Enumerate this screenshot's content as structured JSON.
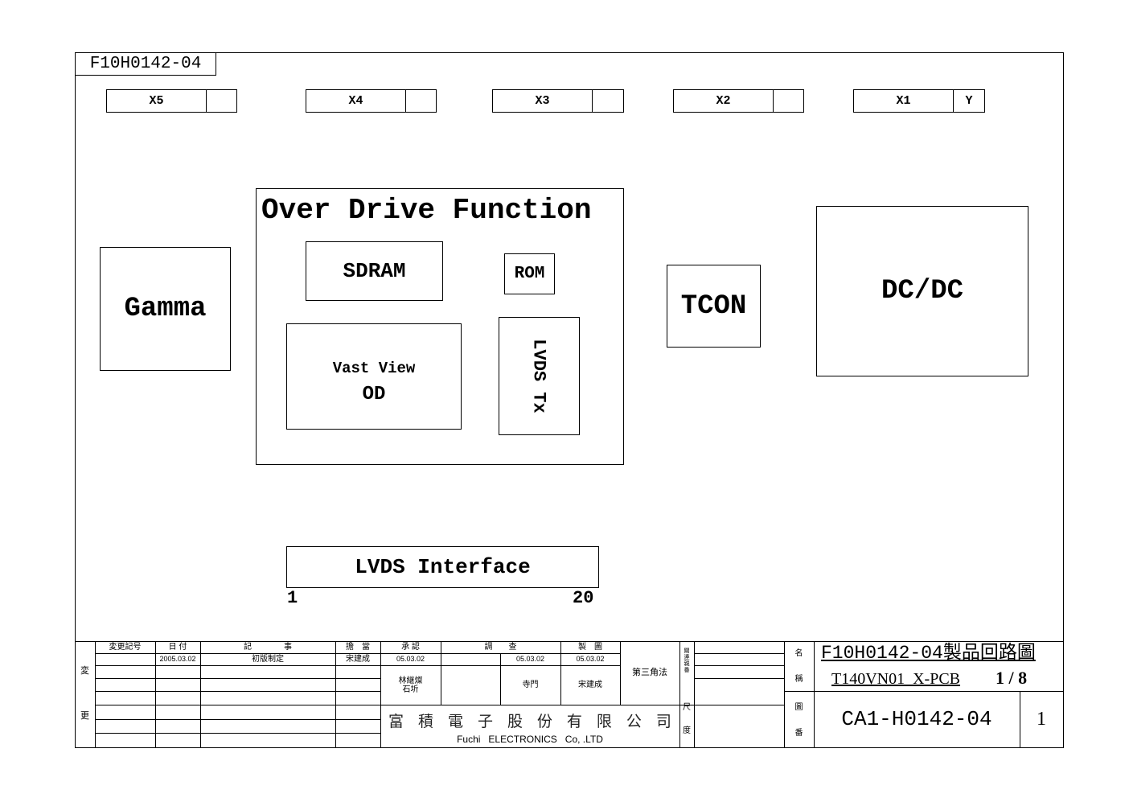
{
  "sheet": {
    "tab_label": "F10H0142-04"
  },
  "connectors": [
    {
      "label": "X5"
    },
    {
      "label": "X4"
    },
    {
      "label": "X3"
    },
    {
      "label": "X2"
    },
    {
      "label": "X1",
      "extra": "Y"
    }
  ],
  "blocks": {
    "gamma": "Gamma",
    "over_drive": {
      "title": "Over Drive Function",
      "sdram": "SDRAM",
      "rom": "ROM",
      "vast_view": "Vast View",
      "od": "OD",
      "lvds_tx": "LVDS Tx"
    },
    "tcon": "TCON",
    "dcdc": "DC/DC",
    "lvds_interface": {
      "label": "LVDS Interface",
      "pin_first": "1",
      "pin_last": "20"
    }
  },
  "title_block": {
    "change_labels": [
      "変",
      "更"
    ],
    "headers": {
      "change_mark": "変更記号",
      "date": "日 付",
      "article": "記　　　　事",
      "charge": "擔　當",
      "approval": "承 認",
      "inspection": "調　　查",
      "drafting": "製　圖"
    },
    "revisions": [
      {
        "date": "2005.03.02",
        "article": "初版制定",
        "charge": "宋建成"
      }
    ],
    "approval_date": "05.03.02",
    "inspection_date": "05.03.02",
    "drafting_date": "05.03.02",
    "approved_by": [
      "林継燦",
      "石圻"
    ],
    "inspected_by": "寺門",
    "drafted_by": "宋建成",
    "projection": "第三角法",
    "related_drawing_label": [
      "關",
      "連",
      "親",
      "番"
    ],
    "company_cn": [
      "富",
      "積",
      "電",
      "子",
      "股",
      "份",
      "有",
      "限",
      "公",
      "司"
    ],
    "company_en": "Fuchi   ELECTRONICS   Co, .LTD",
    "scale_label": [
      "尺",
      "度"
    ],
    "name_label": [
      "名",
      "稱"
    ],
    "drawing_no_label": [
      "圖",
      "番"
    ],
    "title": "F10H0142-04製品回路圖",
    "model": "T140VN01  X-PCB",
    "page": "1 / 8",
    "drawing_number": "CA1-H0142-04",
    "sheet_number": "1"
  }
}
